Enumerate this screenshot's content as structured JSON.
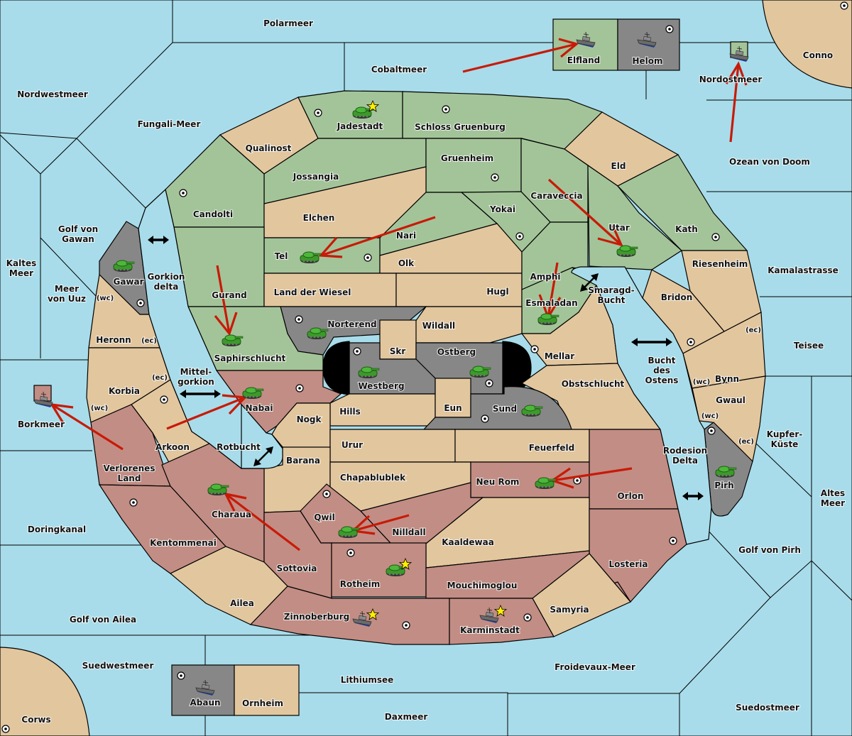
{
  "map": {
    "colors": {
      "sea": "#a8dcea",
      "green_power": "#a3c499",
      "red_power": "#c28d84",
      "neutral": "#e2c69e",
      "impassable": "#878787",
      "order_arrow": "#c81a08",
      "star": "#ffee00"
    },
    "seas": {
      "polarmeer": "Polarmeer",
      "nordwestmeer": "Nordwestmeer",
      "fungali": "Fungali-Meer",
      "cobaltmeer": "Cobaltmeer",
      "nordostmeer": "Nordostmeer",
      "ozean": "Ozean von Doom",
      "golf_gawan_1": "Golf von",
      "golf_gawan_2": "Gawan",
      "kaltes_1": "Kaltes",
      "kaltes_2": "Meer",
      "uuz_1": "Meer",
      "uuz_2": "von Uuz",
      "gorkion_1": "Gorkion",
      "gorkion_2": "delta",
      "mittel_1": "Mittel-",
      "mittel_2": "gorkion",
      "borkmeer": "Borkmeer",
      "rotbucht": "Rotbucht",
      "doringkanal": "Doringkanal",
      "golf_ailea": "Golf von Ailea",
      "suedwestmeer": "Suedwestmeer",
      "lithiumsee": "Lithiumsee",
      "daxmeer": "Daxmeer",
      "froidevaux": "Froidevaux-Meer",
      "suedostmeer": "Suedostmeer",
      "golf_pirh": "Golf von Pirh",
      "altes_1": "Altes",
      "altes_2": "Meer",
      "kupfer_1": "Kupfer-",
      "kupfer_2": "Küste",
      "rodesion_1": "Rodesion",
      "rodesion_2": "Delta",
      "teisee": "Teisee",
      "kamala": "Kamalastrasse",
      "smaragd_1": "Smaragd-",
      "smaragd_2": "Bucht",
      "bucht_1": "Bucht",
      "bucht_2": "des",
      "bucht_3": "Ostens"
    },
    "lands": {
      "elfland": "Elfland",
      "helom": "Helom",
      "conno": "Conno",
      "jadestadt": "Jadestadt",
      "schloss": "Schloss Gruenburg",
      "qualinost": "Qualinost",
      "jossangia": "Jossangia",
      "gruenheim": "Gruenheim",
      "eld": "Eld",
      "candolti": "Candolti",
      "elchen": "Elchen",
      "caraveccia": "Caraveccia",
      "yokai": "Yokai",
      "nari": "Nari",
      "utar": "Utar",
      "kath": "Kath",
      "tel": "Tel",
      "olk": "Olk",
      "riesenheim": "Riesenheim",
      "gawar": "Gawar",
      "gurand": "Gurand",
      "land_wiesel": "Land der Wiesel",
      "hugl": "Hugl",
      "amphi": "Amphi",
      "esmaladan": "Esmaladan",
      "bridon": "Bridon",
      "heronn": "Heronn",
      "norterend": "Norterend",
      "wildall": "Wildall",
      "skr": "Skr",
      "ostberg": "Ostberg",
      "mellar": "Mellar",
      "saphir": "Saphirschlucht",
      "westberg": "Westberg",
      "korbia": "Korbia",
      "obstschlucht": "Obstschlucht",
      "bynn": "Bynn",
      "gwaul": "Gwaul",
      "nabai": "Nabai",
      "hills": "Hills",
      "eun": "Eun",
      "sund": "Sund",
      "nogk": "Nogk",
      "arkoon": "Arkoon",
      "urur": "Urur",
      "feuerfeld": "Feuerfeld",
      "barana": "Barana",
      "verlorenes_1": "Verlorenes",
      "verlorenes_2": "Land",
      "chapablublek": "Chapablublek",
      "neu_rom": "Neu Rom",
      "pirh": "Pirh",
      "orlon": "Orlon",
      "charaua": "Charaua",
      "qwil": "Qwil",
      "nilldall": "Nilldall",
      "kentommenai": "Kentommenai",
      "kaaldewaa": "Kaaldewaa",
      "losteria": "Losteria",
      "sottovia": "Sottovia",
      "rotheim": "Rotheim",
      "mouchimoglou": "Mouchimoglou",
      "ailea": "Ailea",
      "samyria": "Samyria",
      "zinnoberburg": "Zinnoberburg",
      "karminstadt": "Karminstadt",
      "abaun": "Abaun",
      "ornheim": "Ornheim",
      "corws": "Corws"
    },
    "coasts": {
      "wc": "(wc)",
      "ec": "(ec)"
    },
    "units": [
      {
        "type": "army",
        "province": "Jadestadt",
        "star": true
      },
      {
        "type": "fleet",
        "province": "Elfland",
        "star": false
      },
      {
        "type": "fleet",
        "province": "Helom",
        "star": false
      },
      {
        "type": "fleet",
        "province": "Nordostmeer",
        "star": false
      },
      {
        "type": "army",
        "province": "Tel",
        "star": false
      },
      {
        "type": "army",
        "province": "Utar",
        "star": false
      },
      {
        "type": "army",
        "province": "Gawar",
        "star": false
      },
      {
        "type": "army",
        "province": "Saphirschlucht",
        "star": false
      },
      {
        "type": "army",
        "province": "Norterend",
        "star": false
      },
      {
        "type": "army",
        "province": "Esmaladan",
        "star": false
      },
      {
        "type": "army",
        "province": "Westberg",
        "star": false
      },
      {
        "type": "army",
        "province": "Ostberg",
        "star": false
      },
      {
        "type": "army",
        "province": "Sund",
        "star": false
      },
      {
        "type": "army",
        "province": "Nabai",
        "star": false
      },
      {
        "type": "fleet",
        "province": "Borkmeer",
        "star": false
      },
      {
        "type": "army",
        "province": "Charaua",
        "star": false
      },
      {
        "type": "army",
        "province": "Neu Rom",
        "star": false
      },
      {
        "type": "army",
        "province": "Pirh",
        "star": false
      },
      {
        "type": "army",
        "province": "Qwil",
        "star": false
      },
      {
        "type": "army",
        "province": "Rotheim",
        "star": true
      },
      {
        "type": "fleet",
        "province": "Zinnoberburg",
        "star": true
      },
      {
        "type": "fleet",
        "province": "Karminstadt",
        "star": true
      },
      {
        "type": "fleet",
        "province": "Abaun",
        "star": false
      }
    ]
  }
}
